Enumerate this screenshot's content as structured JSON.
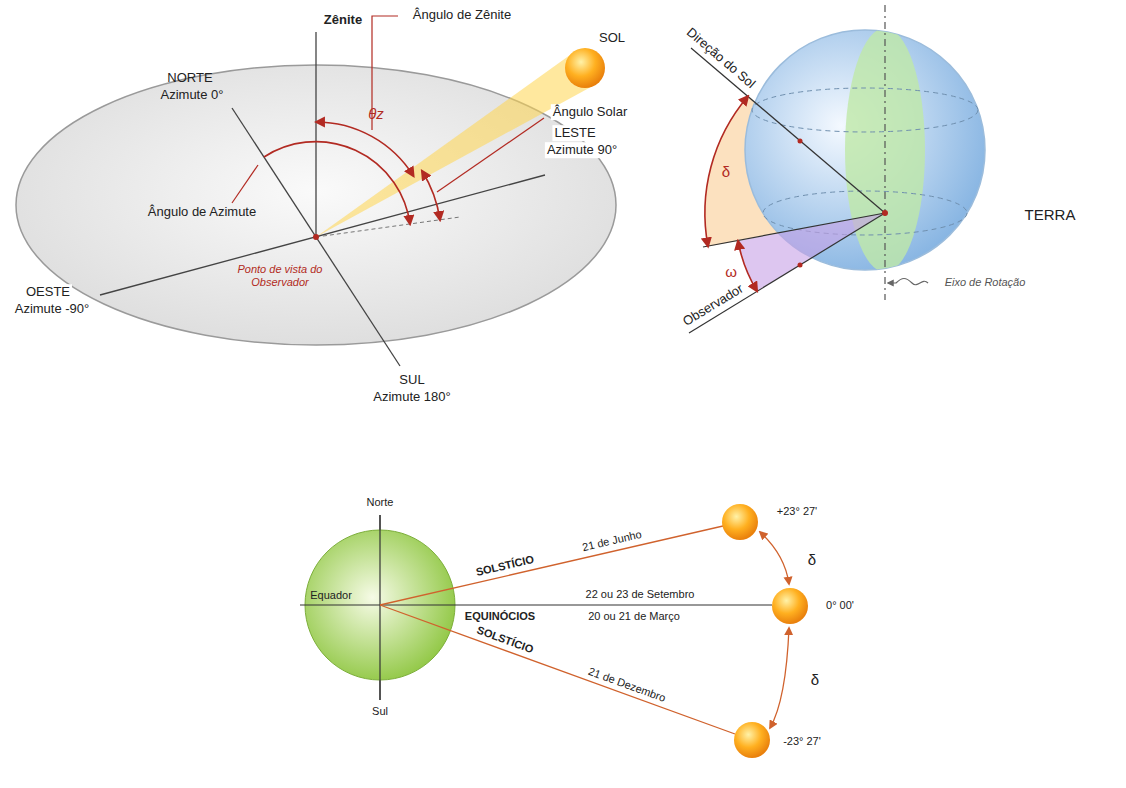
{
  "diagram": {
    "labels": [
      "Ângulo de Zênite",
      "SOL",
      "Zênite",
      "NORTE",
      "Azimute 0°",
      "θz",
      "Ângulo Solar",
      "LESTE",
      "Azimute 90°",
      "Ângulo de Azimute",
      "Ponto de vista do Observador",
      "OESTE",
      "Azimute -90°",
      "SUL",
      "Azimute 180°",
      "Direção do Sol",
      "δ",
      "ω",
      "Observador",
      "Eixo de Rotação",
      "TERRA",
      "Norte",
      "Equador",
      "Sul",
      "SOLSTÍCIO",
      "21 de Junho",
      "EQUINÓCIOS",
      "22 ou 23 de Setembro",
      "20 ou 21 de Março",
      "SOLSTÍCIO",
      "21 de Dezembro",
      "+23° 27'",
      "δ",
      "0° 00'",
      "δ",
      "-23° 27'"
    ]
  }
}
